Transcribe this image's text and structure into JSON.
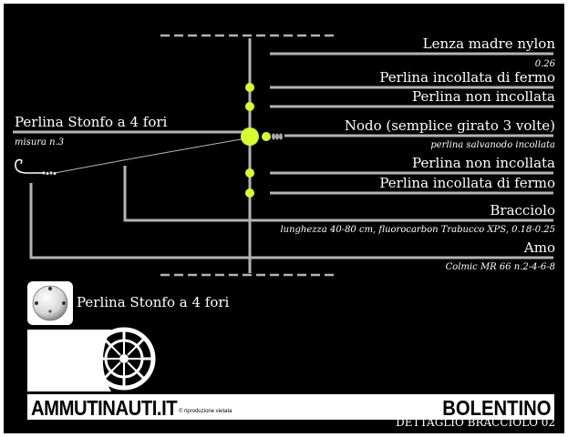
{
  "labels": {
    "lenza_madre": "Lenza madre nylon",
    "lenza_madre_sub": "0.26",
    "perlina_fermo_top": "Perlina incollata di fermo",
    "perlina_non_top": "Perlina non incollata",
    "nodo": "Nodo (semplice girato 3 volte)",
    "nodo_sub": "perlina salvanodo incollata",
    "perlina_non_bottom": "Perlina non incollata",
    "perlina_fermo_bottom": "Perlina incollata di fermo",
    "bracciolo": "Bracciolo",
    "bracciolo_sub": "lunghezza 40-80 cm, fluorocarbon Trabucco XPS, 0.18-0.25",
    "amo": "Amo",
    "amo_sub": "Colmic MR 66 n.2-4-6-8",
    "stonfo": "Perlina Stonfo a 4 fori",
    "stonfo_sub": "misura n.3",
    "legend_stonfo": "Perlina Stonfo a 4 fori"
  },
  "brand": {
    "name": "AMMUTINAUTI.IT",
    "note": "© riproduzione vietata",
    "title": "BOLENTINO",
    "subtitle": "DETTAGLIO BRACCIOLO 02"
  },
  "colors": {
    "background": "#000000",
    "line": "#b3b3b3",
    "bead": "#d8ff2a",
    "text": "#ffffff"
  }
}
